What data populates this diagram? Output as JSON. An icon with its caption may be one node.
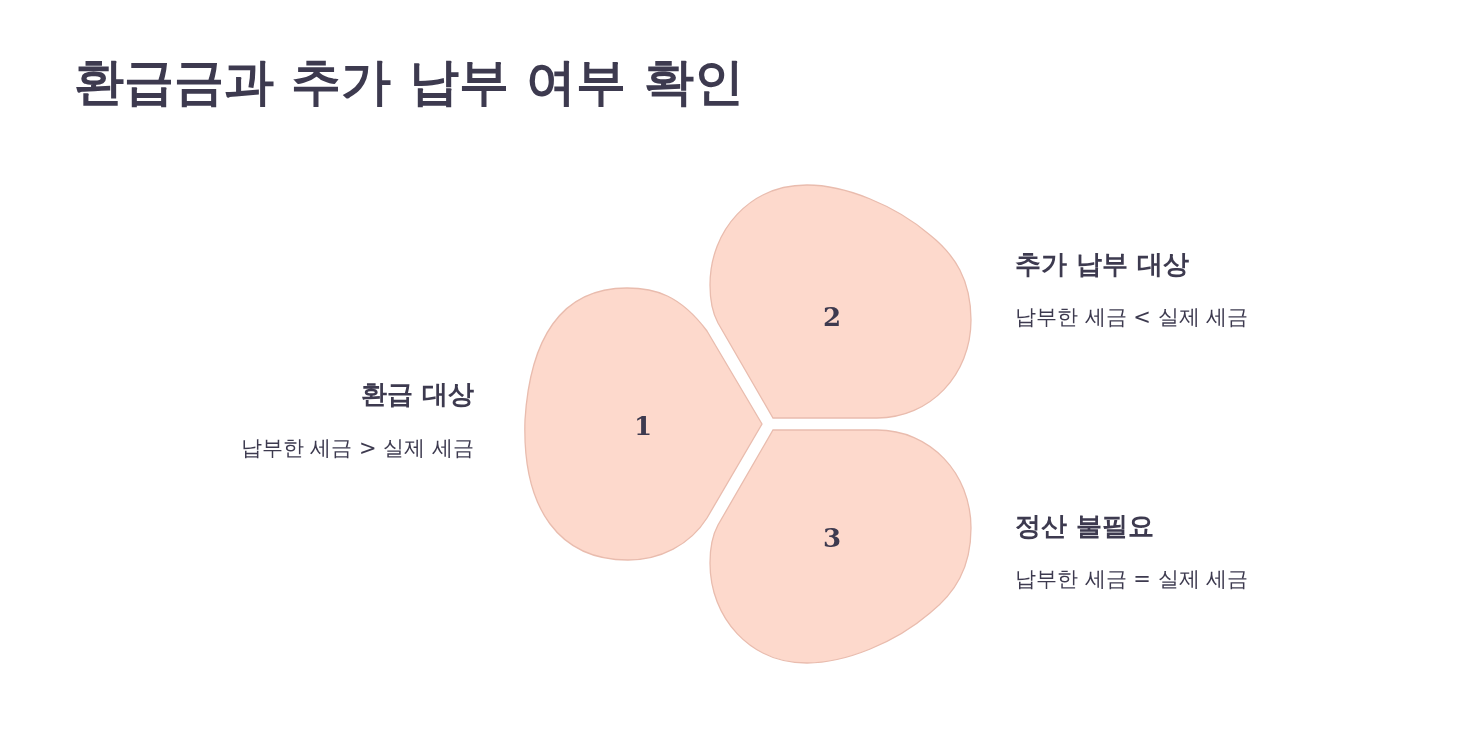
{
  "diagram": {
    "title": "환급금과 추가 납부 여부 확인",
    "nodes": [
      {
        "text": [
          "1"
        ],
        "beside": [
          "환급 대상",
          "납부한 세금 > 실제 세금"
        ]
      },
      {
        "text": [
          "2"
        ],
        "beside": [
          "추가 납부 대상",
          "납부한 세금 < 실제 세금"
        ]
      },
      {
        "text": [
          "3"
        ],
        "beside": [
          "정산 불필요",
          "납부한 세금 = 실제 세금"
        ]
      }
    ]
  }
}
